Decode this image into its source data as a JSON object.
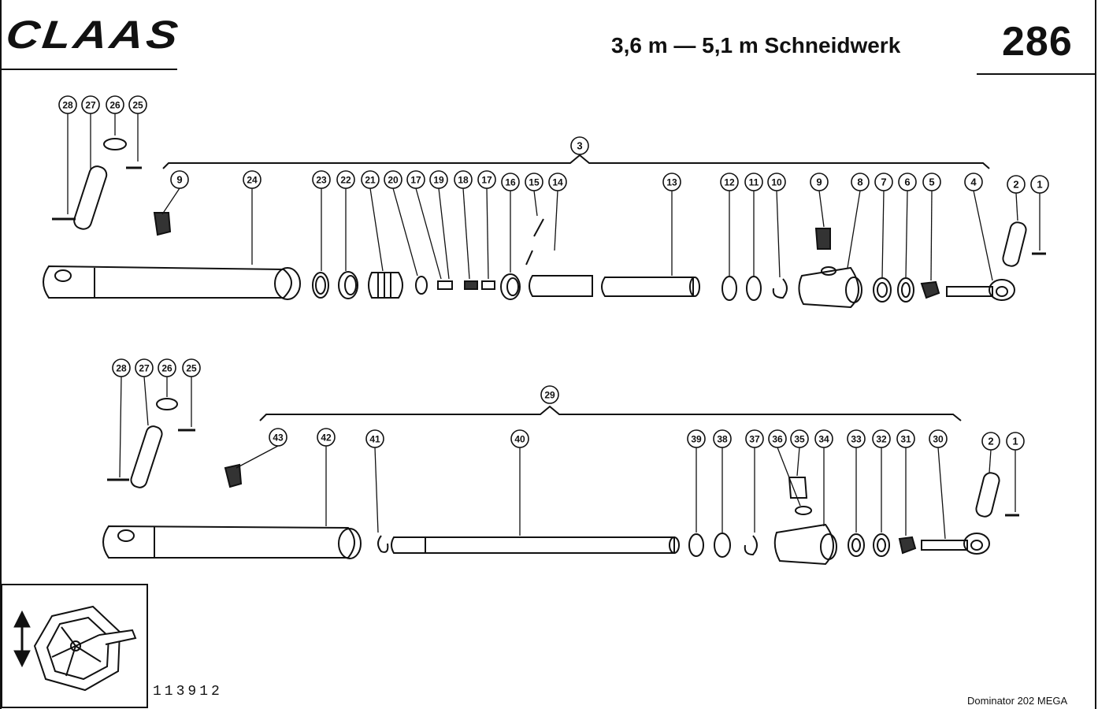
{
  "header": {
    "brand": "CLAAS",
    "title": "3,6 m — 5,1 m Schneidwerk",
    "page_number": "286"
  },
  "footer": {
    "document_number": "113912",
    "model": "Dominator  202 MEGA"
  },
  "diagram": {
    "top_assembly": {
      "group_label": "3",
      "callouts": [
        "28",
        "27",
        "26",
        "25",
        "9",
        "24",
        "23",
        "22",
        "21",
        "20",
        "17",
        "19",
        "18",
        "17",
        "16",
        "15",
        "14",
        "13",
        "12",
        "11",
        "10",
        "9",
        "8",
        "7",
        "6",
        "5",
        "4",
        "2",
        "1"
      ]
    },
    "bottom_assembly": {
      "group_label": "29",
      "callouts": [
        "28",
        "27",
        "26",
        "25",
        "43",
        "42",
        "41",
        "40",
        "39",
        "38",
        "37",
        "36",
        "35",
        "34",
        "33",
        "32",
        "31",
        "30",
        "2",
        "1"
      ]
    }
  }
}
